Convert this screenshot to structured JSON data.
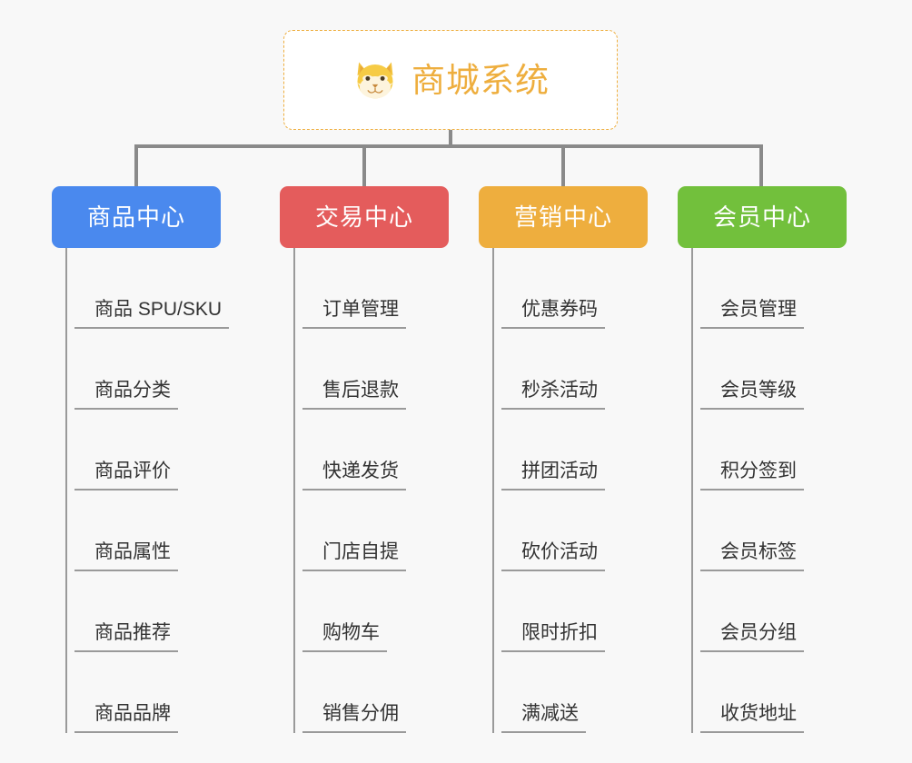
{
  "background_color": "#f8f8f8",
  "root": {
    "icon": "shiba-dog-face-icon",
    "title": "商城系统",
    "accent_color": "#eeae3e",
    "border_style": "dashed"
  },
  "connector_color": "#8a8a8a",
  "columns": [
    {
      "id": "product-center",
      "label": "商品中心",
      "color": "#4a89ee",
      "items": [
        "商品 SPU/SKU",
        "商品分类",
        "商品评价",
        "商品属性",
        "商品推荐",
        "商品品牌"
      ]
    },
    {
      "id": "trade-center",
      "label": "交易中心",
      "color": "#e45c5c",
      "items": [
        "订单管理",
        "售后退款",
        "快递发货",
        "门店自提",
        "购物车",
        "销售分佣"
      ]
    },
    {
      "id": "marketing-center",
      "label": "营销中心",
      "color": "#eeae3e",
      "items": [
        "优惠券码",
        "秒杀活动",
        "拼团活动",
        "砍价活动",
        "限时折扣",
        "满减送"
      ]
    },
    {
      "id": "member-center",
      "label": "会员中心",
      "color": "#72c03c",
      "items": [
        "会员管理",
        "会员等级",
        "积分签到",
        "会员标签",
        "会员分组",
        "收货地址"
      ]
    }
  ]
}
